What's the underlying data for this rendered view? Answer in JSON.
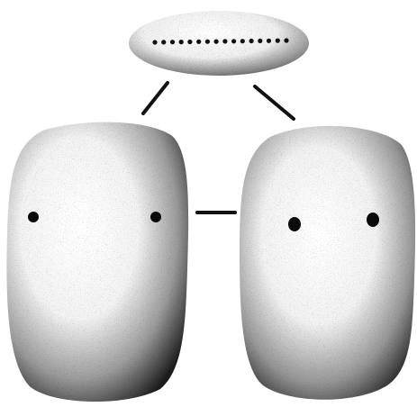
{
  "diagram": {
    "kind": "stippled-ink-illustration",
    "shapes": [
      {
        "role": "top-view",
        "outline": "flat-ellipse",
        "marking": "dotted-line",
        "dot_count": 16
      },
      {
        "role": "left-front-view",
        "outline": "rounded-slab",
        "holes": 2
      },
      {
        "role": "right-front-view",
        "outline": "rounded-slab",
        "holes": 2
      }
    ],
    "connectors": [
      {
        "from": "top-view",
        "to": "left-front-view"
      },
      {
        "from": "top-view",
        "to": "right-front-view"
      },
      {
        "from": "left-front-view",
        "to": "right-front-view"
      }
    ],
    "colors": {
      "ink": "#111111",
      "paper": "#ffffff"
    }
  }
}
